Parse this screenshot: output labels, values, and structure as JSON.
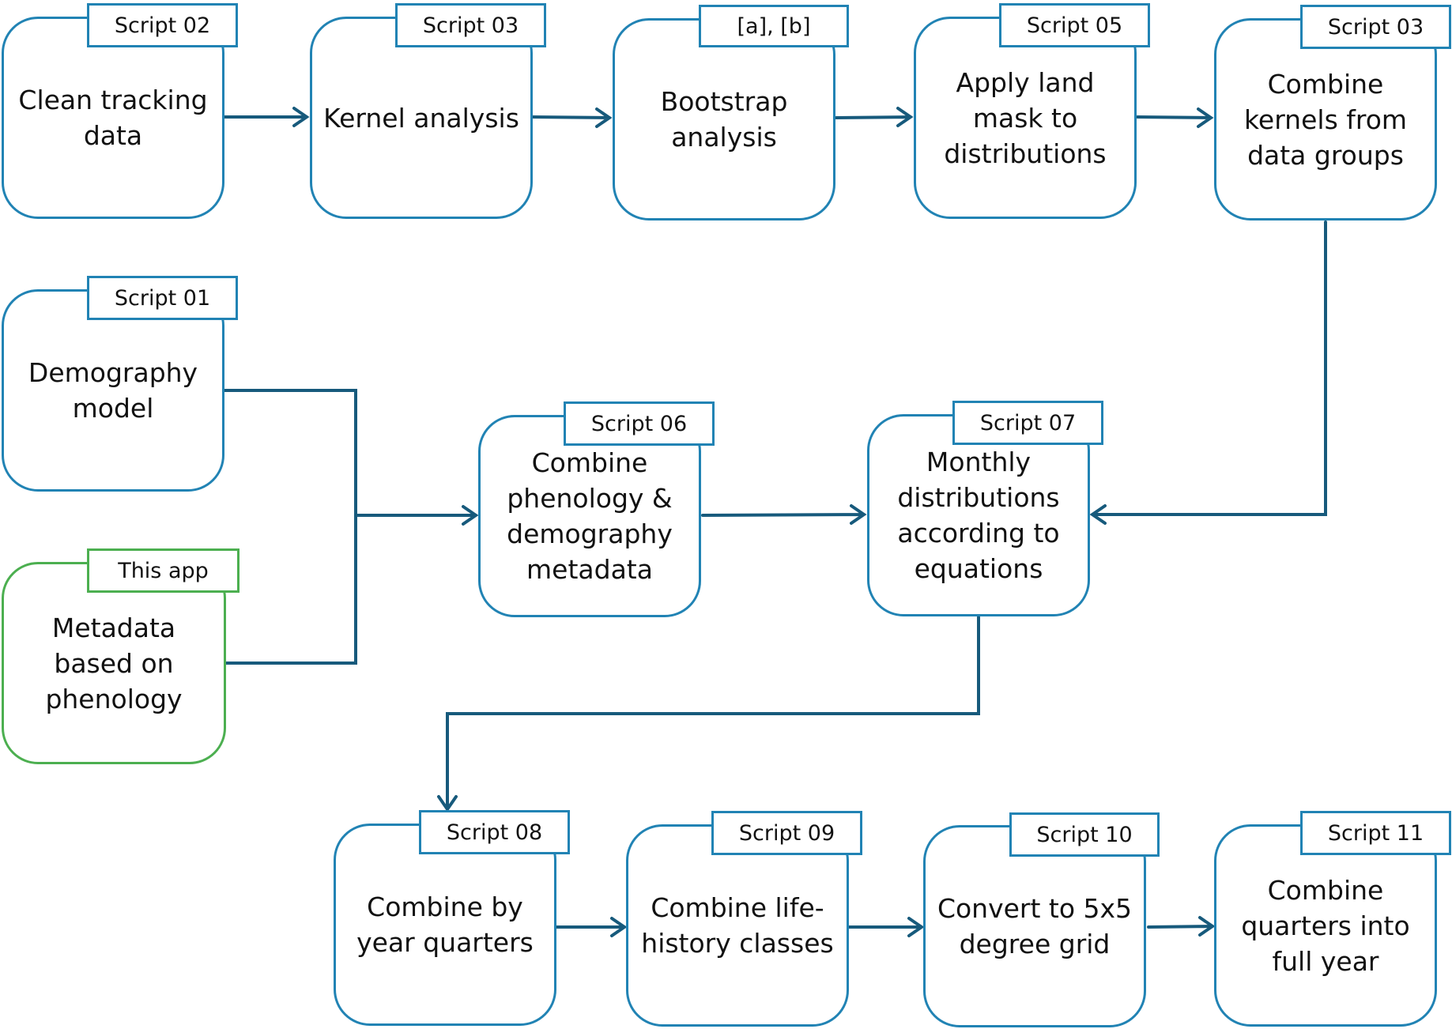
{
  "colors": {
    "box_border": "#2183b4",
    "highlight_border": "#4caf50",
    "connector": "#175a7c"
  },
  "nodes": [
    {
      "id": "clean",
      "tag": "Script 02",
      "label": "Clean tracking data"
    },
    {
      "id": "kernel",
      "tag": "Script 03",
      "label": "Kernel analysis"
    },
    {
      "id": "bootstrap",
      "tag": "[a], [b]",
      "label": "Bootstrap analysis"
    },
    {
      "id": "landmask",
      "tag": "Script 05",
      "label": "Apply land mask to distributions"
    },
    {
      "id": "combine-kernels",
      "tag": "Script 03",
      "label": "Combine kernels from data groups"
    },
    {
      "id": "demography",
      "tag": "Script 01",
      "label": "Demography model"
    },
    {
      "id": "metadata",
      "tag": "This app",
      "label": "Metadata based on phenology",
      "highlight": true
    },
    {
      "id": "combine-pheno",
      "tag": "Script 06",
      "label": "Combine phenology & demography metadata"
    },
    {
      "id": "monthly",
      "tag": "Script 07",
      "label": "Monthly distributions according to equations"
    },
    {
      "id": "year-quarters",
      "tag": "Script 08",
      "label": "Combine by year quarters"
    },
    {
      "id": "life-history",
      "tag": "Script 09",
      "label": "Combine life-history classes"
    },
    {
      "id": "grid",
      "tag": "Script 10",
      "label": "Convert to 5x5 degree grid"
    },
    {
      "id": "full-year",
      "tag": "Script 11",
      "label": "Combine quarters into full year"
    }
  ],
  "edges": [
    [
      "clean",
      "kernel"
    ],
    [
      "kernel",
      "bootstrap"
    ],
    [
      "bootstrap",
      "landmask"
    ],
    [
      "landmask",
      "combine-kernels"
    ],
    [
      "combine-kernels",
      "monthly"
    ],
    [
      "demography",
      "combine-pheno"
    ],
    [
      "metadata",
      "combine-pheno"
    ],
    [
      "combine-pheno",
      "monthly"
    ],
    [
      "monthly",
      "year-quarters"
    ],
    [
      "year-quarters",
      "life-history"
    ],
    [
      "life-history",
      "grid"
    ],
    [
      "grid",
      "full-year"
    ]
  ]
}
